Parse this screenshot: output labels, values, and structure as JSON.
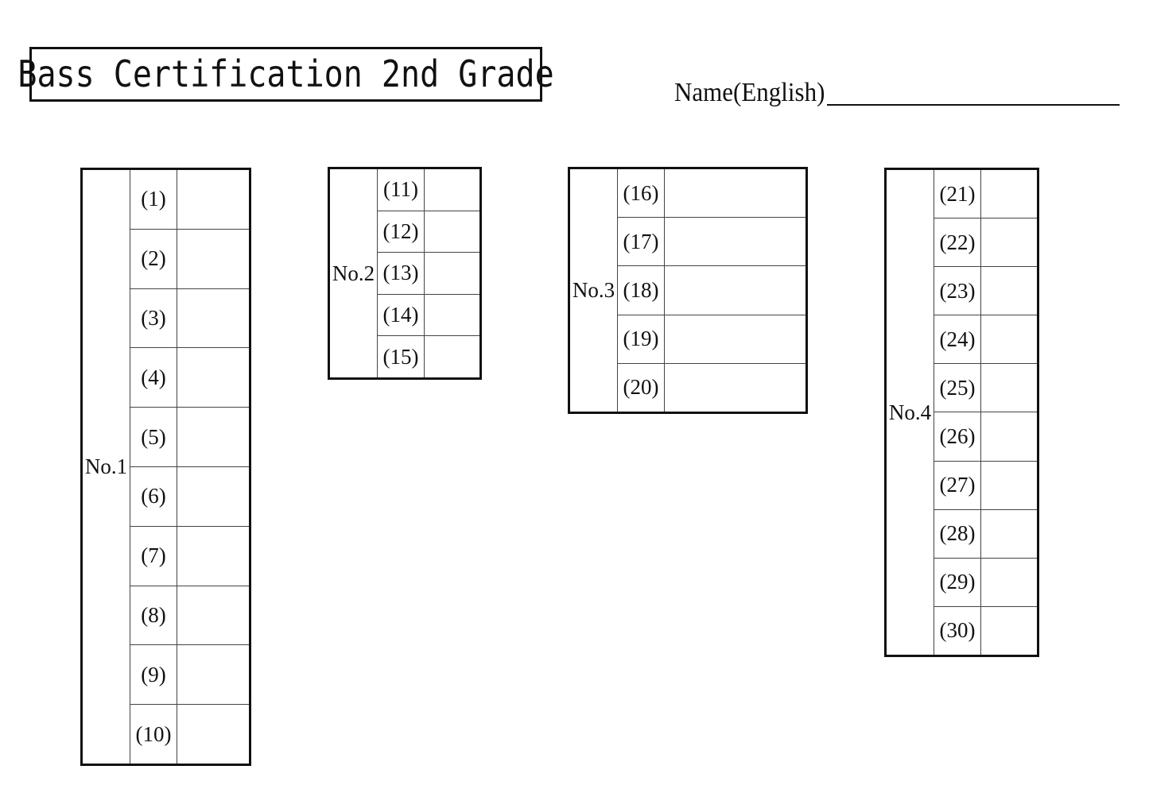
{
  "title": "Bass Certification 2nd Grade",
  "name_field": {
    "label": "Name(English)",
    "value": ""
  },
  "sections": [
    {
      "label": "No.1",
      "questions": [
        {
          "number": "(1)",
          "answer": ""
        },
        {
          "number": "(2)",
          "answer": ""
        },
        {
          "number": "(3)",
          "answer": ""
        },
        {
          "number": "(4)",
          "answer": ""
        },
        {
          "number": "(5)",
          "answer": ""
        },
        {
          "number": "(6)",
          "answer": ""
        },
        {
          "number": "(7)",
          "answer": ""
        },
        {
          "number": "(8)",
          "answer": ""
        },
        {
          "number": "(9)",
          "answer": ""
        },
        {
          "number": "(10)",
          "answer": ""
        }
      ]
    },
    {
      "label": "No.2",
      "questions": [
        {
          "number": "(11)",
          "answer": ""
        },
        {
          "number": "(12)",
          "answer": ""
        },
        {
          "number": "(13)",
          "answer": ""
        },
        {
          "number": "(14)",
          "answer": ""
        },
        {
          "number": "(15)",
          "answer": ""
        }
      ]
    },
    {
      "label": "No.3",
      "questions": [
        {
          "number": "(16)",
          "answer": ""
        },
        {
          "number": "(17)",
          "answer": ""
        },
        {
          "number": "(18)",
          "answer": ""
        },
        {
          "number": "(19)",
          "answer": ""
        },
        {
          "number": "(20)",
          "answer": ""
        }
      ]
    },
    {
      "label": "No.4",
      "questions": [
        {
          "number": "(21)",
          "answer": ""
        },
        {
          "number": "(22)",
          "answer": ""
        },
        {
          "number": "(23)",
          "answer": ""
        },
        {
          "number": "(24)",
          "answer": ""
        },
        {
          "number": "(25)",
          "answer": ""
        },
        {
          "number": "(26)",
          "answer": ""
        },
        {
          "number": "(27)",
          "answer": ""
        },
        {
          "number": "(28)",
          "answer": ""
        },
        {
          "number": "(29)",
          "answer": ""
        },
        {
          "number": "(30)",
          "answer": ""
        }
      ]
    }
  ]
}
